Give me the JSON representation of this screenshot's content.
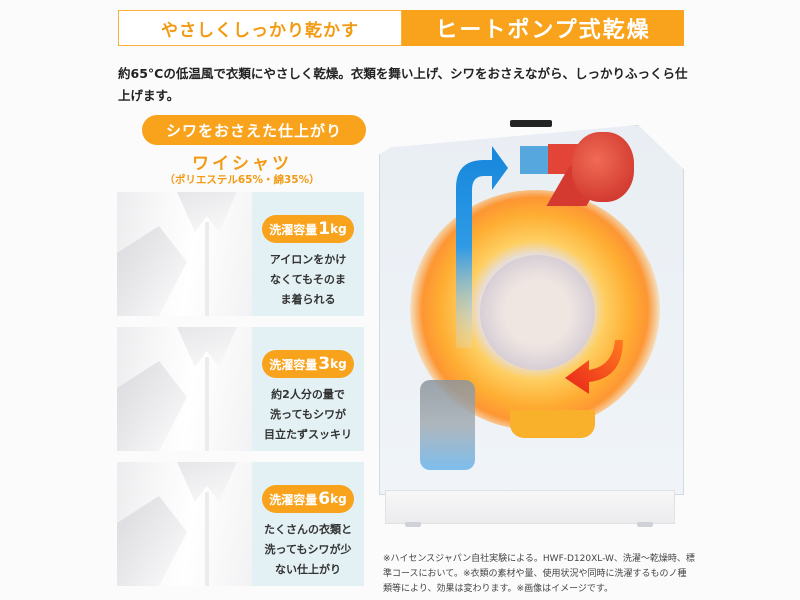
{
  "header": {
    "tab_outline_label": "やさしくしっかり乾かす",
    "tab_filled_label": "ヒートポンプ式乾燥"
  },
  "lead_text": "約65°Cの低温風で衣類にやさしく乾燥。衣類を舞い上げ、シワをおさえながら、しっかりふっくら仕上げます。",
  "feature": {
    "pill_label": "シワをおさえた仕上がり",
    "item_title": "ワイシャツ",
    "item_material": "（ポリエステル65%・綿35%）"
  },
  "panels": [
    {
      "badge_prefix": "洗濯容量",
      "badge_number": "1",
      "badge_unit": "kg",
      "desc_lines": [
        "アイロンをかけ",
        "なくてもそのま",
        "ま着られる"
      ]
    },
    {
      "badge_prefix": "洗濯容量",
      "badge_number": "3",
      "badge_unit": "kg",
      "desc_lines": [
        "約2人分の量で",
        "洗ってもシワが",
        "目立たずスッキリ"
      ]
    },
    {
      "badge_prefix": "洗濯容量",
      "badge_number": "6",
      "badge_unit": "kg",
      "desc_lines": [
        "たくさんの衣類と",
        "洗ってもシワが少",
        "ない仕上がり"
      ]
    }
  ],
  "machine": {
    "icons": [
      "blue-airflow-arrow-icon",
      "red-heat-arrow-icon"
    ],
    "colors": {
      "accent_orange": "#f9a31c",
      "panel_bg": "#e3f0f4",
      "air_blue": "#1f8fe0",
      "heat_red": "#e8321f"
    }
  },
  "footnote": "※ハイセンスジャパン自社実験による。HWF-D120XL-W、洗濯～乾燥時、標準コースにおいて。※衣類の素材や量、使用状況や同時に洗濯するものノ種類等により、効果は変わります。※画像はイメージです。"
}
